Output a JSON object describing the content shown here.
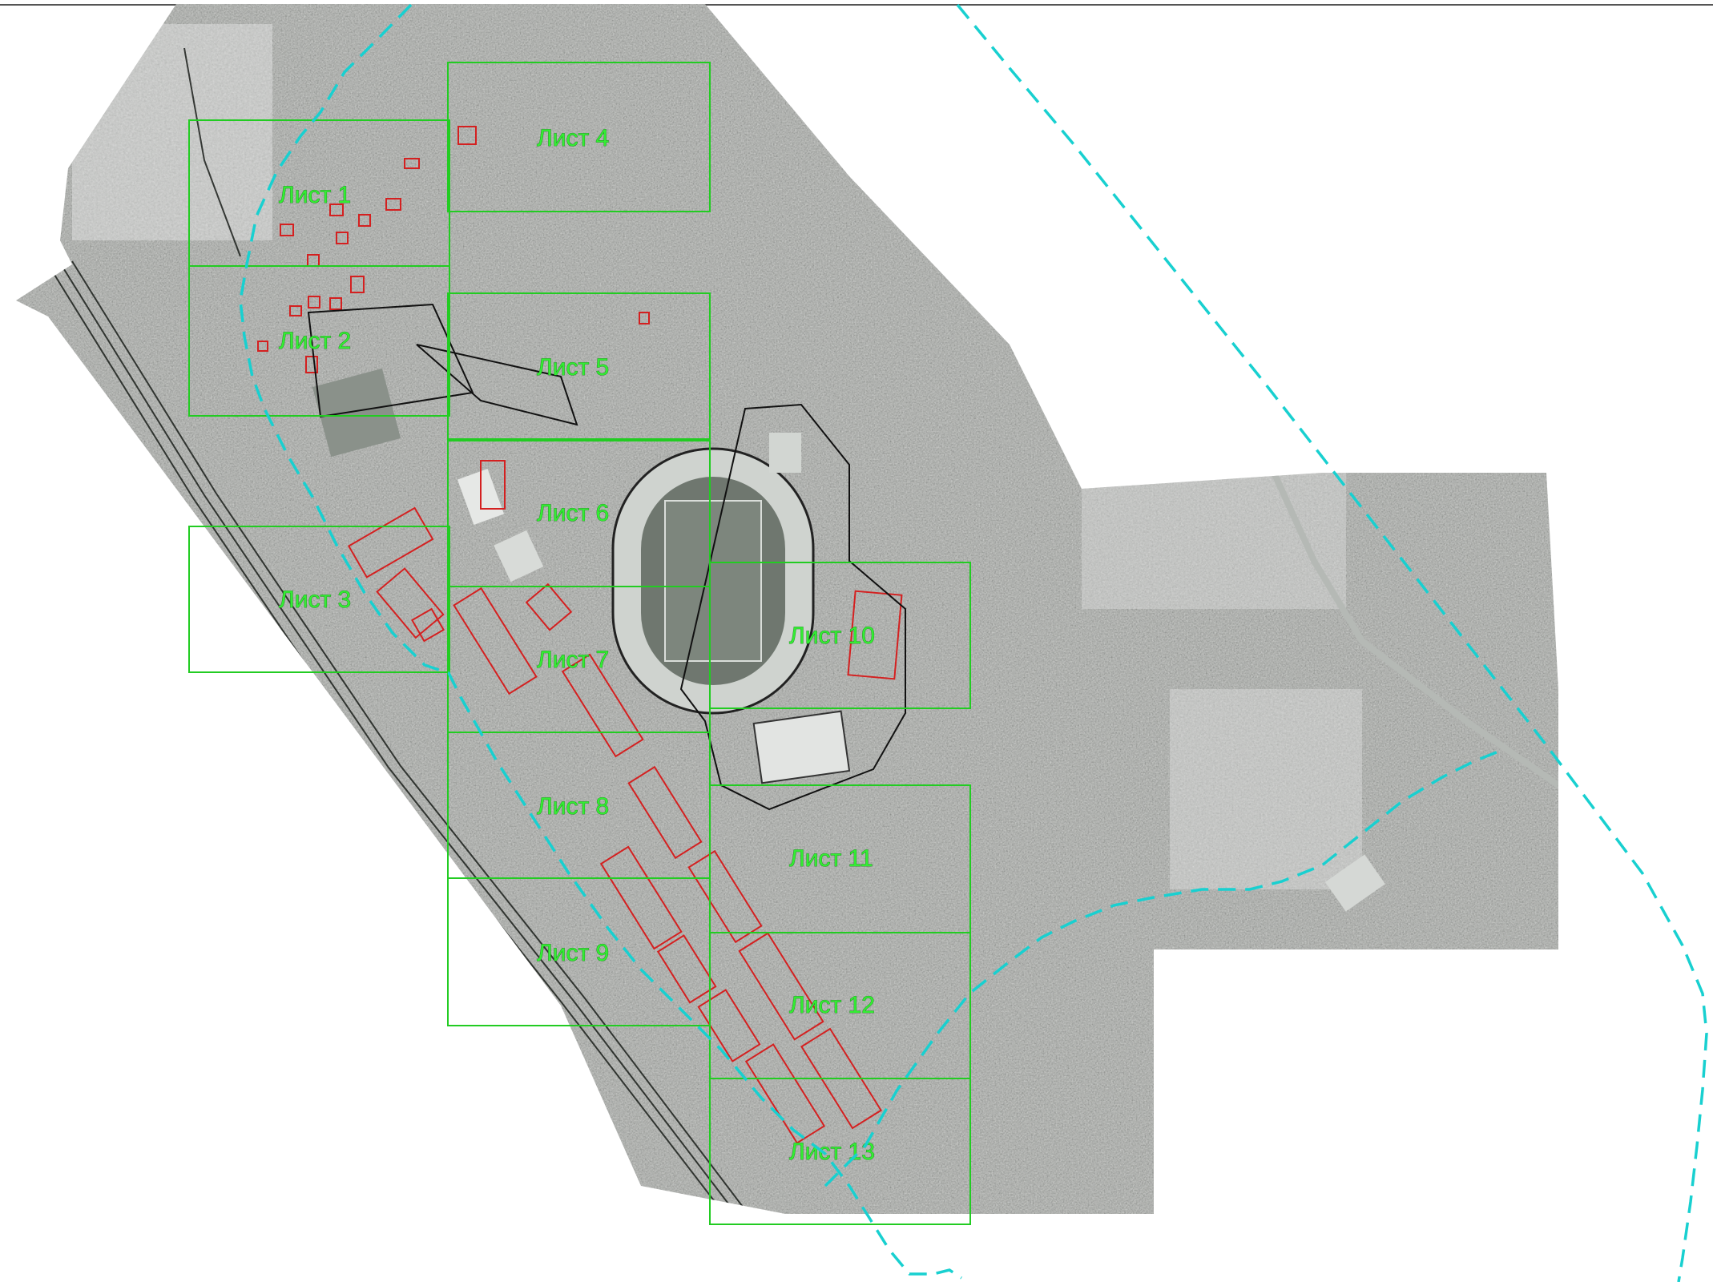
{
  "colors": {
    "sheet_frame": "#22cc22",
    "sheet_label": "#33ee33",
    "boundary": "#18d0d0",
    "building_outline": "#d42020",
    "aerial_dark": "#2f352f",
    "aerial_mid": "#5d635d",
    "aerial_light": "#9aa09a",
    "top_rule": "#555555"
  },
  "sheets": [
    {
      "id": "1",
      "label": "Лист 1"
    },
    {
      "id": "2",
      "label": "Лист 2"
    },
    {
      "id": "3",
      "label": "Лист 3"
    },
    {
      "id": "4",
      "label": "Лист 4"
    },
    {
      "id": "5",
      "label": "Лист 5"
    },
    {
      "id": "6",
      "label": "Лист 6"
    },
    {
      "id": "7",
      "label": "Лист 7"
    },
    {
      "id": "8",
      "label": "Лист 8"
    },
    {
      "id": "9",
      "label": "Лист 9"
    },
    {
      "id": "10",
      "label": "Лист 10"
    },
    {
      "id": "11",
      "label": "Лист 11"
    },
    {
      "id": "12",
      "label": "Лист 12"
    },
    {
      "id": "13",
      "label": "Лист 13"
    }
  ],
  "features": {
    "stadium": "stadium",
    "railway": "railway",
    "forest": "forest",
    "boundary_line": "dashed-boundary"
  }
}
